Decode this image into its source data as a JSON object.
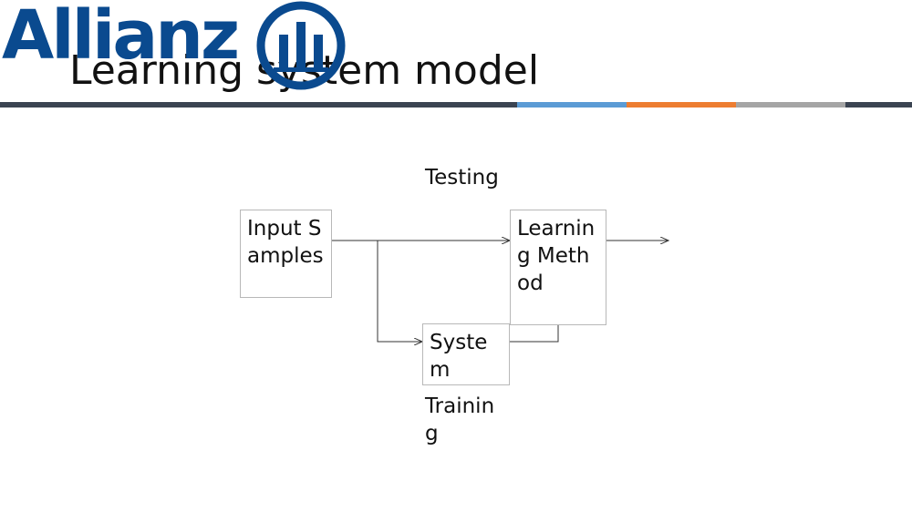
{
  "slide": {
    "title": "Learning system model"
  },
  "logo": {
    "wordmark": "Allianz",
    "color": "#0a4a8f"
  },
  "accent_bar": {
    "colors": [
      "#3b4452",
      "#5b9bd5",
      "#ed7d31",
      "#a5a5a5",
      "#3b4452"
    ]
  },
  "diagram": {
    "nodes": {
      "input_samples": "Input Samples",
      "learning_method": "Learning Method",
      "system": "System"
    },
    "labels": {
      "testing": "Testing",
      "training": "Training"
    }
  }
}
